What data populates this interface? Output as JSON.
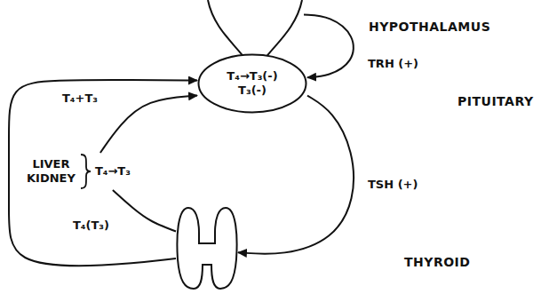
{
  "diagram": {
    "nodes": [
      {
        "text": [
          "HYPOTHALAMUS"
        ]
      },
      {
        "text": [
          "T₄→T₃(-)",
          "T₃(-)",
          "PITUITARY"
        ]
      },
      {
        "text": [
          "THYROID"
        ]
      },
      {
        "text": [
          "LIVER KIDNEY",
          "T₄→T₃"
        ]
      }
    ],
    "edges": [
      {
        "from": 0,
        "to": 1,
        "label": "TRH (+)",
        "arrow": "to"
      },
      {
        "from": 1,
        "to": 2,
        "label": "TSH (+)",
        "arrow": "to"
      },
      {
        "from": 2,
        "to": 1,
        "arrow": "to"
      },
      {
        "from": 2,
        "to": 3,
        "label": "T₄(T₃)",
        "arrow": "none"
      },
      {
        "from": 3,
        "to": 1,
        "label": "T₄+T₃",
        "arrow": "to"
      }
    ]
  }
}
